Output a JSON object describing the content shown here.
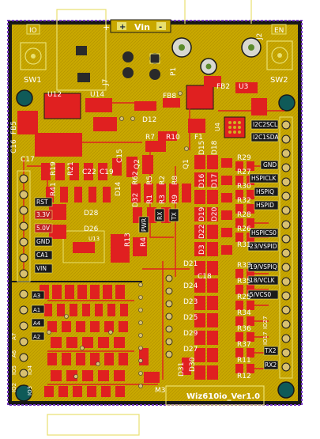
{
  "board": {
    "name": "Wiz610io_Ver1.0",
    "vin_label": "Vin",
    "vin_plus": "+",
    "vin_minus": "-",
    "io_label": "IO",
    "en_label": "EN"
  },
  "refs": {
    "sw1": "SW1",
    "sw2": "SW2",
    "u12": "U12",
    "u14": "U14",
    "u3": "U3",
    "u4": "U4",
    "j7": "J7",
    "j2": "J2",
    "p1": "P1",
    "fb8": "FB8",
    "fb2": "FB2",
    "fb5": "FB5",
    "d12": "D12",
    "d14": "D14",
    "f1": "F1",
    "c16": "C16",
    "c17": "C17",
    "r7": "R7",
    "r10": "R10",
    "q1": "Q1",
    "q2": "Q2",
    "r19": "R19",
    "r21": "R21",
    "c22": "C22",
    "c19": "C19",
    "c15": "C15",
    "r41": "R41",
    "d32": "D32",
    "r62": "R62",
    "d28": "D28",
    "d26": "D26",
    "u13": "U13",
    "r13": "R13",
    "r4": "R4",
    "d15": "D15",
    "d18": "D18",
    "d16": "D16",
    "d17": "D17",
    "d19": "D19",
    "d20": "D20",
    "d22": "D22",
    "d3": "D3",
    "d21": "D21",
    "d24": "D24",
    "c18": "C18",
    "d23": "D23",
    "d25": "D25",
    "d29": "D29",
    "d27": "D27",
    "d30": "D30",
    "d31": "D31",
    "m3": "M3",
    "r29": "R29",
    "r27": "R27",
    "r30": "R30",
    "r32": "R32",
    "r28": "R28",
    "r26": "R26",
    "r33": "R33",
    "r35": "R35",
    "r25": "R25",
    "r34": "R34",
    "r36": "R36",
    "r37": "R37",
    "r11": "R11",
    "r12": "R12",
    "r31": "R31",
    "r5": "R5",
    "r2": "R2",
    "r3": "R3",
    "r1": "R1",
    "r8": "R8",
    "r9": "R9"
  },
  "pins": {
    "right": [
      "I2C2SCL",
      "I2C1SDA",
      "GND",
      "HSPICLK",
      "HSPIQ",
      "HSPID",
      "HSPICS0",
      "23/VSPID",
      "19/VSPIQ",
      "18/VCLK",
      "5/VCS0",
      "IO27",
      "IO17",
      "TX2",
      "RX2"
    ],
    "left": [
      "RST",
      "3.3V",
      "5.0V",
      "GND",
      "CA1",
      "VIN"
    ],
    "bottom_left": [
      "A3",
      "A1",
      "A4",
      "A2",
      "A7",
      "A6",
      "IO5",
      "IO2",
      "IO4",
      "IO3"
    ],
    "status_leds": [
      "PWR",
      "RX",
      "TX"
    ]
  }
}
